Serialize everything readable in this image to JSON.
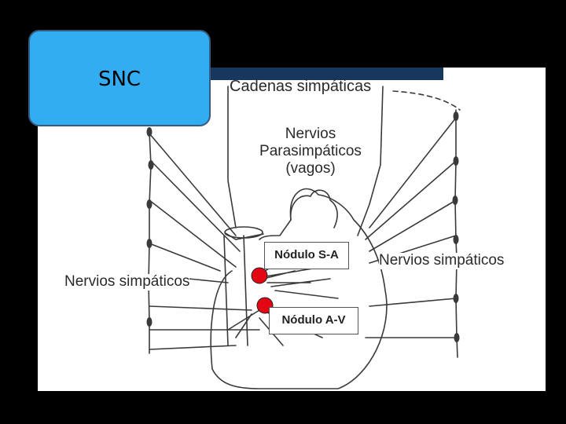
{
  "snc_box": {
    "label": "SNC"
  },
  "diagram": {
    "cadenas_label": "Cadenas simpáticas",
    "parasimpaticos_line1": "Nervios",
    "parasimpaticos_line2": "Parasimpáticos",
    "parasimpaticos_line3": "(vagos)",
    "simpaticos_right": "Nervios simpáticos",
    "simpaticos_left": "Nervios simpáticos",
    "nodulo_sa": "Nódulo S-A",
    "nodulo_av": "Nódulo A-V"
  },
  "colors": {
    "snc_fill": "#33adf2",
    "snc_border": "#355b80",
    "top_bar": "#17375e",
    "node_marker": "#e30613"
  }
}
